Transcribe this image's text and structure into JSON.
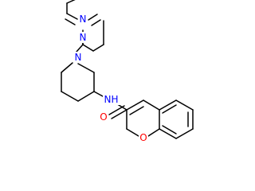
{
  "molecule": {
    "atoms": {
      "n_pyr1": {
        "label": "N",
        "color": "#0000FF"
      },
      "n_pyr2": {
        "label": "N",
        "color": "#0000FF"
      },
      "n_pip": {
        "label": "N",
        "color": "#0000FF"
      },
      "n_amide": {
        "label": "N",
        "color": "#0000FF"
      },
      "h_amide": {
        "label": "H",
        "color": "#0000FF"
      },
      "o_carbonyl": {
        "label": "O",
        "color": "#FF0000"
      },
      "o_ring": {
        "label": "O",
        "color": "#FF0000"
      }
    },
    "bond_color": "#000000",
    "background": "#FFFFFF"
  }
}
